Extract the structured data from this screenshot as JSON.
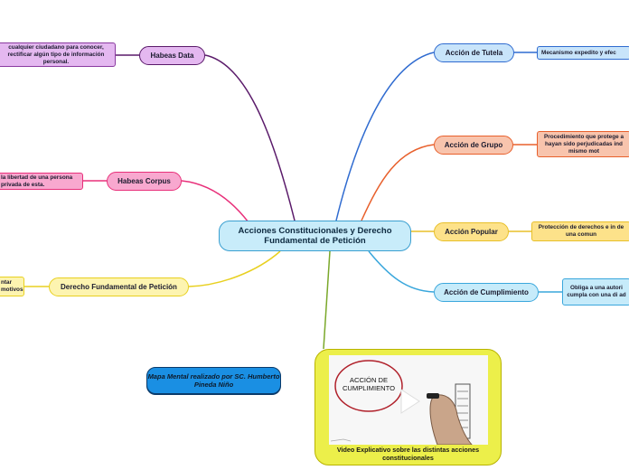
{
  "map": {
    "central": "Acciones Constitucionales y Derecho Fundamental de Petición",
    "branches": {
      "tutela": {
        "label": "Acción de Tutela",
        "detail": "Mecanismo expedito y efec"
      },
      "grupo": {
        "label": "Acción de Grupo",
        "detail": "Procedimiento que protege a hayan sido perjudicadas ind mismo mot"
      },
      "popular": {
        "label": "Acción Popular",
        "detail": "Protección de derechos e in de una comun"
      },
      "cumplimiento": {
        "label": "Acción de Cumplimiento",
        "detail": "Obliga a una autori cumpla con una di ad"
      },
      "habeas_data": {
        "label": "Habeas Data",
        "detail": "cualquier ciudadano para conocer, rectificar algún tipo de información personal."
      },
      "habeas_corpus": {
        "label": "Habeas Corpus",
        "detail": "la libertad de una persona privada de esta."
      },
      "peticion": {
        "label": "Derecho Fundamental de Petición",
        "detail": "ntar motivos"
      }
    },
    "note": "Mapa Mental realizado por SC. Humberto Pineda Niño",
    "video": {
      "frame_title": "ACCIÓN DE CUMPLIMIENTO",
      "caption": "Video Explicativo sobre las distintas acciones constitucionales"
    }
  },
  "colors": {
    "tutela": "#2f6bd0",
    "grupo": "#e8602c",
    "popular": "#e8c02a",
    "cumplimiento": "#3aa7dc",
    "habeas_data": "#5a1a6a",
    "habeas_corpus": "#e8307a",
    "peticion": "#e8d020",
    "video": "#7aa82a"
  }
}
